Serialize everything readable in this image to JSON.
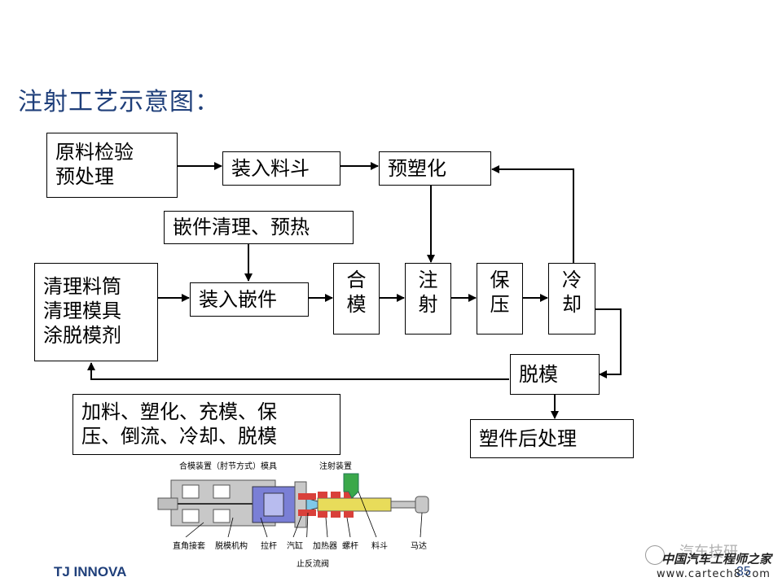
{
  "title": "注射工艺示意图：",
  "boxes": {
    "raw_material": "原料检验\n预处理",
    "load_hopper": "装入料斗",
    "preplasticize": "预塑化",
    "insert_clean": "嵌件清理、预热",
    "clean_barrel": "清理料筒\n清理模具\n涂脱模剂",
    "load_insert": "装入嵌件",
    "clamp": "合\n模",
    "inject": "注\n射",
    "hold_pressure": "保\n压",
    "cool": "冷\n却",
    "demold": "脱模",
    "process_list": "加料、塑化、充模、保\n压、倒流、冷却、脱模",
    "post_process": "塑件后处理"
  },
  "machine": {
    "top_labels": [
      "合模装置（肘节方式）模具",
      "注射装置"
    ],
    "bottom_labels": [
      "直角接套",
      "脱模机构",
      "拉杆",
      "汽缸",
      "加热器",
      "螺杆",
      "料斗",
      "马达"
    ],
    "check_valve": "止反流阀"
  },
  "footer": {
    "brand": "TJ INNOVA",
    "page_number": "35",
    "watermark_top": "汽车技研",
    "watermark_cn": "中国汽车工程师之家",
    "watermark_url": "www.cartech8.com"
  },
  "colors": {
    "title": "#1f3f7a",
    "machine_red": "#d9403a",
    "machine_green": "#3aa84a",
    "machine_blue": "#7a7fd6",
    "machine_yellow": "#e8dc5a",
    "machine_gray": "#c8c8c8"
  }
}
